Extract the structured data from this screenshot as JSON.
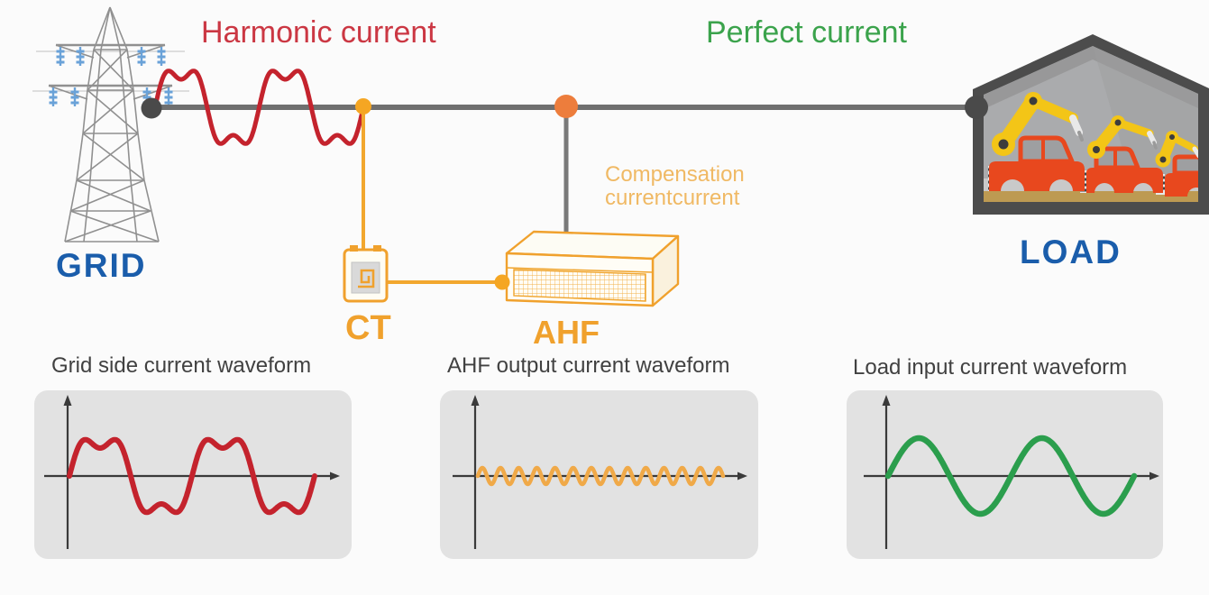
{
  "labels": {
    "harmonic_current": "Harmonic current",
    "perfect_current": "Perfect current",
    "compensation": [
      "Compensation",
      "currentcurrent"
    ],
    "grid": "GRID",
    "ct": "CT",
    "ahf": "AHF",
    "load": "LOAD"
  },
  "panels": [
    {
      "title": "Grid side current waveform",
      "waveform": {
        "type": "line",
        "shape": "distorted-sine-with-3rd-harmonic",
        "color": "#c4232d",
        "cycles": 2,
        "amplitude": 44,
        "third_harmonic_amplitude": 13,
        "stroke_width": 6
      }
    },
    {
      "title": "AHF output current waveform",
      "waveform": {
        "type": "line",
        "shape": "high-frequency-compensation-ripple",
        "color": "#f0a948",
        "cycles": 13.5,
        "amplitude": 9,
        "third_harmonic_amplitude": 0,
        "stroke_width": 4.5
      }
    },
    {
      "title": "Load input current waveform",
      "waveform": {
        "type": "line",
        "shape": "clean-sine",
        "color": "#2b9e4d",
        "cycles": 2,
        "amplitude": 42,
        "third_harmonic_amplitude": 0,
        "stroke_width": 6.5
      }
    }
  ],
  "line_wave": {
    "type": "line",
    "shape": "distorted-sine-with-3rd-harmonic",
    "color": "#c4232d",
    "cycles": 2,
    "amplitude": 44,
    "third_harmonic_amplitude": 13,
    "stroke_width": 5
  },
  "colors": {
    "background": "#fbfbfb",
    "red_text": "#cb3743",
    "green_text": "#3ba34c",
    "blue_label": "#1a5dab",
    "orange": "#f2a72e",
    "orange_label": "#f0a12d",
    "orange_light": "#f0b964",
    "dot_yellow": "#f5a623",
    "dot_orange": "#ed7d3c",
    "line_grey": "#6f6f6f",
    "node_dark": "#4a4a4a",
    "panel_bg": "#e2e2e2",
    "panel_title": "#414141",
    "axis": "#3a3a3a",
    "tower_grey": "#909090",
    "insulator_blue": "#6aa2d8",
    "robot_yellow": "#f3c517",
    "car_red": "#e8481e",
    "factory_dark": "#4c4c4c",
    "factory_wall": "#aaabad",
    "floor_tan": "#bd9a52"
  }
}
